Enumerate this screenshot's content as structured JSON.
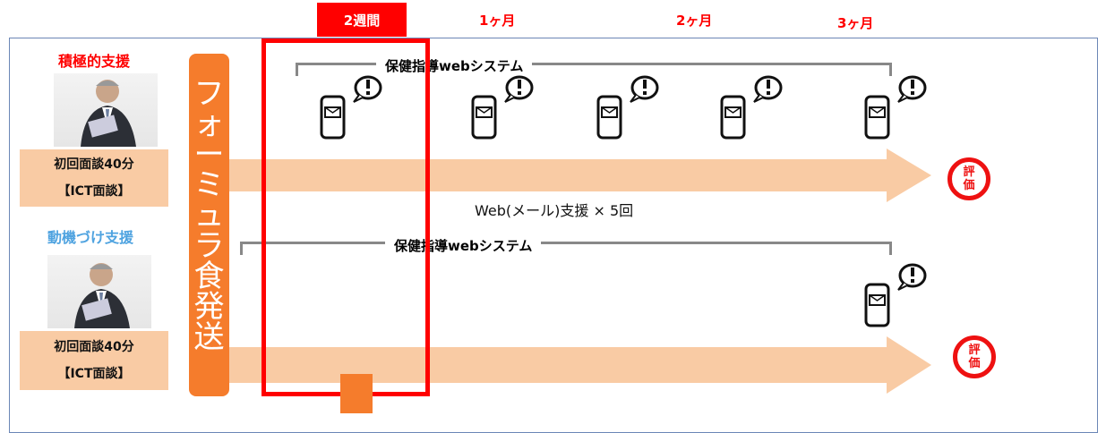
{
  "timeline": {
    "two_weeks": "2週間",
    "one_month": "1ヶ月",
    "two_months": "2ヶ月",
    "three_months": "3ヶ月"
  },
  "active": {
    "title": "積極的支援",
    "interview_line1": "初回面談40分",
    "interview_line2": "【ICT面談】",
    "system_label": "保健指導webシステム",
    "web_support": "Web(メール)支援 × 5回",
    "eval_line1": "評",
    "eval_line2": "価"
  },
  "motivational": {
    "title": "動機づけ支援",
    "interview_line1": "初回面談40分",
    "interview_line2": "【ICT面談】",
    "system_label": "保健指導webシステム",
    "eval_line1": "評",
    "eval_line2": "価"
  },
  "formula": [
    "フ",
    "ォ",
    "ー",
    "ミ",
    "ュ",
    "ラ",
    "食",
    "発",
    "送"
  ],
  "colors": {
    "accent_red": "#ff0000",
    "orange_bar": "#f57c2c",
    "arrow_peach": "#f9cba4",
    "blue_title": "#4fa3e0",
    "frame_blue": "#6b86b6"
  },
  "icons": [
    "phone-mail-icon",
    "speech-exclamation-icon",
    "businessman-photo"
  ]
}
